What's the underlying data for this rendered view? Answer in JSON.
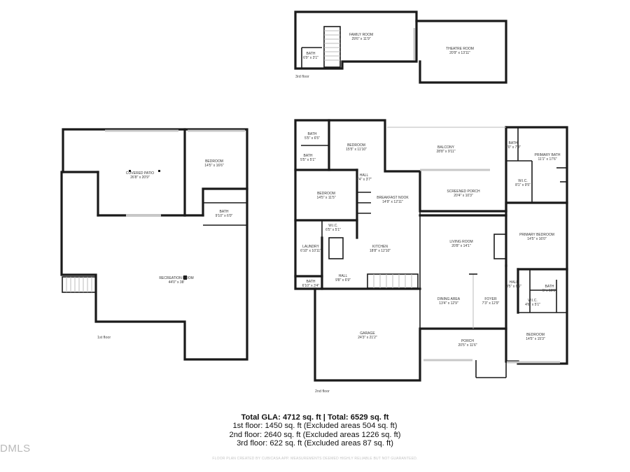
{
  "floors": {
    "third": {
      "label": "3rd floor",
      "rooms": {
        "family_room": {
          "name": "FAMILY ROOM",
          "size": "29'6\" x 11'9\""
        },
        "theatre_room": {
          "name": "THEATRE ROOM",
          "size": "20'9\" x 13'11\""
        },
        "bath": {
          "name": "BATH",
          "size": "6'9\" x 3'1\""
        }
      }
    },
    "first": {
      "label": "1st floor",
      "rooms": {
        "covered_patio": {
          "name": "COVERED PATIO",
          "size": "26'8\" x 20'9\""
        },
        "bedroom": {
          "name": "BEDROOM",
          "size": "14'5\" x 16'6\""
        },
        "bath": {
          "name": "BATH",
          "size": "9'10\" x 6'0\""
        },
        "recreation_room": {
          "name": "RECREATION ROOM",
          "size": "44'0\" x 38'"
        }
      }
    },
    "second": {
      "label": "2nd floor",
      "rooms": {
        "bath_a": {
          "name": "BATH",
          "size": "5'5\" x 6'5\""
        },
        "bath_b": {
          "name": "BATH",
          "size": "5'5\" x 5'1\""
        },
        "bedroom_top": {
          "name": "BEDROOM",
          "size": "15'5\" x 11'10\""
        },
        "balcony": {
          "name": "BALCONY",
          "size": "28'8\" x 9'11\""
        },
        "bath_primary_small": {
          "name": "BATH",
          "size": "5'0\" x 7'8\""
        },
        "primary_bath": {
          "name": "PRIMARY BATH",
          "size": "11'1\" x 17'6\""
        },
        "wic_primary": {
          "name": "W.I.C.",
          "size": "8'1\" x 9'5\""
        },
        "hall_top": {
          "name": "HALL",
          "size": "8'4\" x 3'7\""
        },
        "bedroom_left": {
          "name": "BEDROOM",
          "size": "14'5\" x 11'5\""
        },
        "breakfast_nook": {
          "name": "BREAKFAST NOOK",
          "size": "14'9\" x 12'11\""
        },
        "screened_porch": {
          "name": "SCREENED PORCH",
          "size": "20'4\" x 10'3\""
        },
        "wic_left": {
          "name": "W.I.C.",
          "size": "6'5\" x 5'1\""
        },
        "laundry": {
          "name": "LAUNDRY",
          "size": "6'10\" x 10'11\""
        },
        "kitchen": {
          "name": "KITCHEN",
          "size": "18'8\" x 12'10\""
        },
        "living_room": {
          "name": "LIVING ROOM",
          "size": "20'8\" x 14'1\""
        },
        "primary_bedroom": {
          "name": "PRIMARY BEDROOM",
          "size": "14'5\" x 16'0\""
        },
        "bath_left": {
          "name": "BATH",
          "size": "6'10\" x 3'4\""
        },
        "hall_mid": {
          "name": "HALL",
          "size": "9'8\" x 6'9\""
        },
        "dining_area": {
          "name": "DINING AREA",
          "size": "13'4\" x 12'9\""
        },
        "foyer": {
          "name": "FOYER",
          "size": "7'3\" x 12'9\""
        },
        "hall_right": {
          "name": "HALL",
          "size": "3'5\" x 6'6\""
        },
        "bath_right": {
          "name": "BATH",
          "size": "5' x 10'5\""
        },
        "wic_right": {
          "name": "W.I.C.",
          "size": "4'6\" x 5'1\""
        },
        "garage": {
          "name": "GARAGE",
          "size": "24'3\" x 21'2\""
        },
        "porch": {
          "name": "PORCH",
          "size": "20'5\" x 11'6\""
        },
        "bedroom_right": {
          "name": "BEDROOM",
          "size": "14'5\" x 15'3\""
        }
      }
    }
  },
  "summary": {
    "total_line": "Total GLA: 4712 sq. ft | Total: 6529 sq. ft",
    "first_floor": "1st floor: 1450 sq. ft (Excluded areas 504 sq. ft)",
    "second_floor": "2nd floor: 2640 sq. ft (Excluded areas 1226 sq. ft)",
    "third_floor": "3rd floor: 622 sq. ft (Excluded areas 87 sq. ft)"
  },
  "disclaimer": "FLOOR PLAN CREATED BY CUBICASA APP. MEASUREMENTS DEEMED HIGHLY RELIABLE BUT NOT GUARANTEED.",
  "brand": "DMLS"
}
